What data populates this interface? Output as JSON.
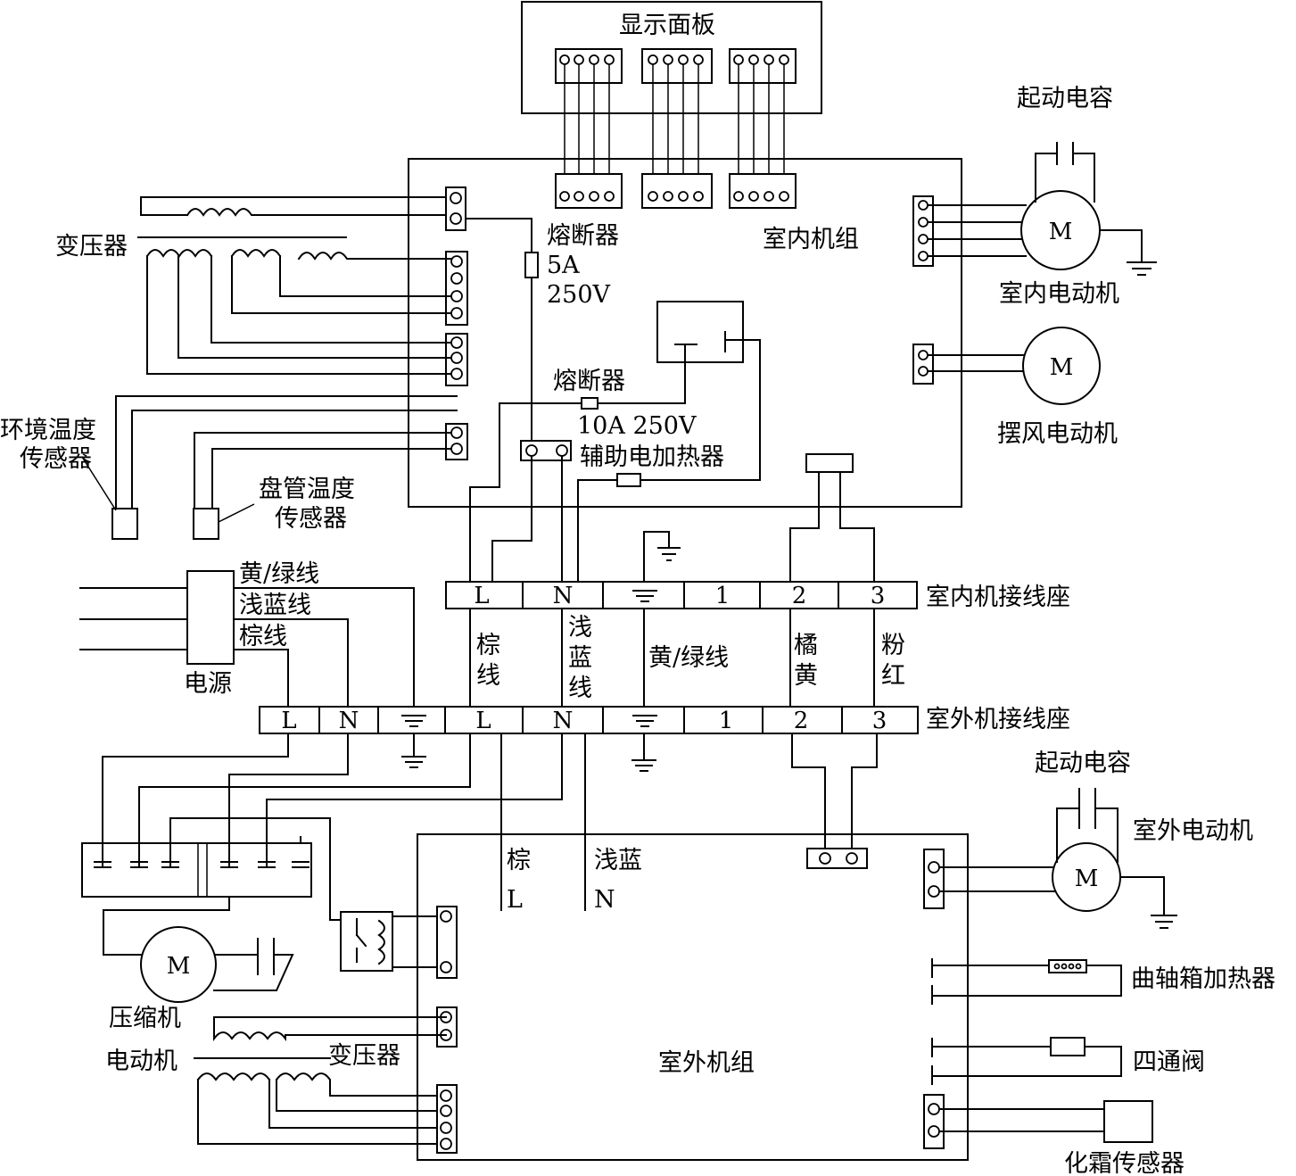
{
  "labels": {
    "display_panel": "显示面板",
    "indoor_unit": "室内机组",
    "outdoor_unit": "室外机组",
    "transformer_in": "变压器",
    "fuse1_name": "熔断器",
    "fuse1_rating_a": "5A",
    "fuse1_rating_v": "250V",
    "fuse2_name": "熔断器",
    "fuse2_rating": "10A 250V",
    "aux_heater": "辅助电加热器",
    "ambient_sensor_1": "环境温度",
    "ambient_sensor_2": "传感器",
    "coil_sensor_1": "盘管温度",
    "coil_sensor_2": "传感器",
    "start_cap_in": "起动电容",
    "indoor_motor": "室内电动机",
    "swing_motor": "摆风电动机",
    "yellow_green_top": "黄/绿线",
    "light_blue_top": "浅蓝线",
    "brown_top": "棕线",
    "power": "电源",
    "indoor_terminal_block": "室内机接线座",
    "outdoor_terminal_block": "室外机接线座",
    "brown_v_1": "棕",
    "brown_v_2": "线",
    "lblue_v_1": "浅",
    "lblue_v_2": "蓝",
    "lblue_v_3": "线",
    "yellow_green_mid": "黄/绿线",
    "orange_1": "橘",
    "orange_2": "黄",
    "pink_1": "粉",
    "pink_2": "红",
    "start_cap_out": "起动电容",
    "outdoor_motor": "室外电动机",
    "brown_out": "棕",
    "light_blue_out": "浅蓝",
    "l_out": "L",
    "n_out": "N",
    "compressor": "压缩机",
    "motor_out_left": "电动机",
    "transformer_out": "变压器",
    "crankcase_heater": "曲轴箱加热器",
    "four_way_valve": "四通阀",
    "defrost_sensor": "化霜传感器",
    "motor_symbol": "M"
  },
  "indoor_terminals": [
    "L",
    "N",
    "⏚",
    "1",
    "2",
    "3"
  ],
  "outdoor_terminals": [
    "L",
    "N",
    "⏚",
    "L",
    "N",
    "⏚",
    "1",
    "2",
    "3"
  ]
}
